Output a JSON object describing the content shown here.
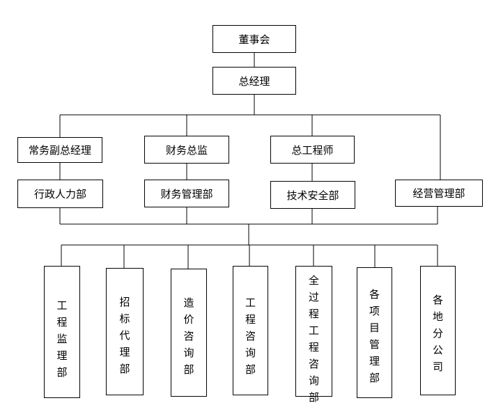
{
  "top": {
    "board": "董事会",
    "gm": "总经理"
  },
  "executives": {
    "executive_vp": "常务副总经理",
    "cfo": "财务总监",
    "chief_engineer": "总工程师"
  },
  "departments": {
    "admin_hr": "行政人力部",
    "finance_mgmt": "财务管理部",
    "tech_safety": "技术安全部",
    "operations_mgmt": "经营管理部"
  },
  "units": [
    "工\n程\n监\n理\n部",
    "招\n标\n代\n理\n部",
    "造\n价\n咨\n询\n部",
    "工\n程\n咨\n询\n部",
    "全\n过\n程\n工\n程\n咨\n询\n部",
    "各\n项\n目\n管\n理\n部",
    "各\n地\n分\n公\n司"
  ]
}
